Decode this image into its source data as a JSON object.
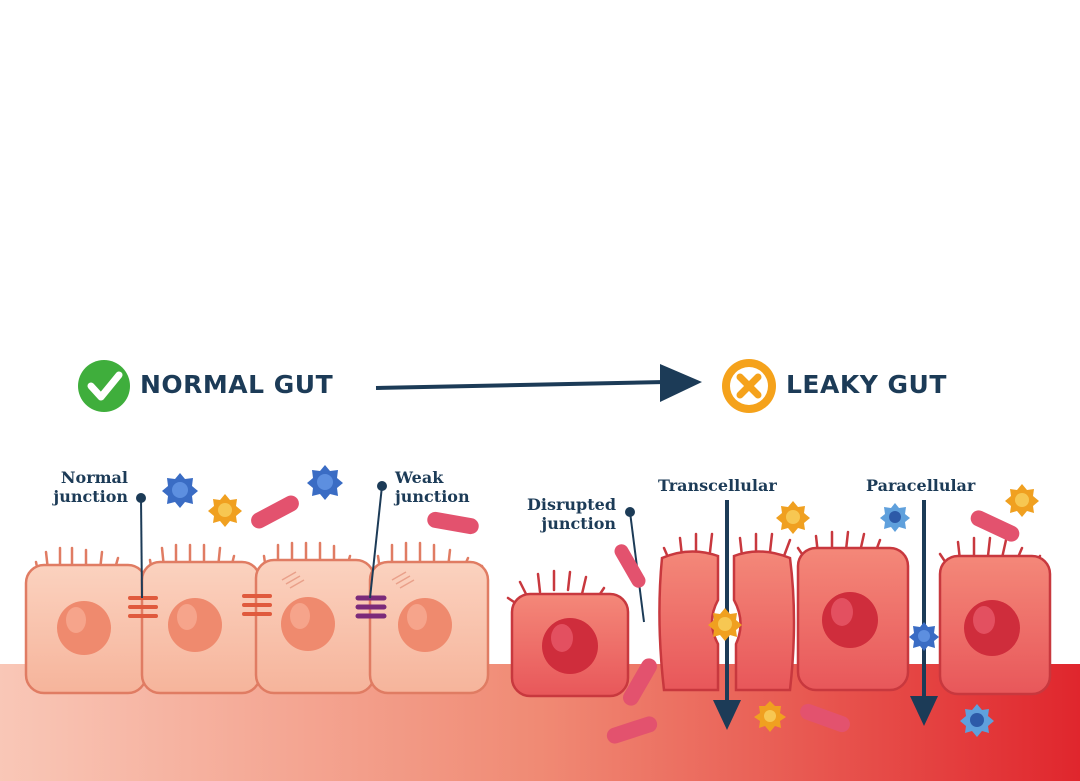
{
  "header": {
    "normal_title": "NORMAL GUT",
    "leaky_title": "LEAKY GUT"
  },
  "labels": {
    "normal_junction": "Normal\njunction",
    "weak_junction": "Weak\njunction",
    "disrupted_junction": "Disrupted\njunction",
    "transcellular": "Transcellular",
    "paracellular": "Paracellular"
  },
  "icons": {
    "normal_status": "check-icon",
    "leaky_status": "cross-icon"
  },
  "colors": {
    "title_text": "#1c3b57",
    "check_green": "#3fae3c",
    "cross_orange": "#f5a21b",
    "normal_cell": "#f6b49b",
    "leaky_cell": "#e8575a",
    "tight_junction": "#e05a3d",
    "weak_junction": "#7b2a7a"
  }
}
